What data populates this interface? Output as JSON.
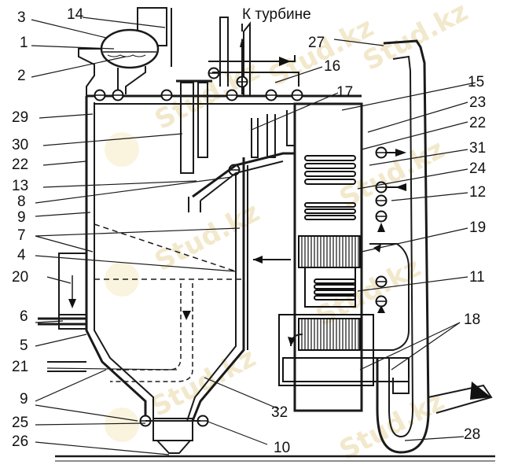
{
  "title": "К турбине",
  "watermark": "Stud.kz",
  "labels": {
    "l1": "1",
    "l2": "2",
    "l3": "3",
    "l4": "4",
    "l5": "5",
    "l6": "6",
    "l7": "7",
    "l8": "8",
    "l9a": "9",
    "l9b": "9",
    "l10": "10",
    "l11": "11",
    "l12": "12",
    "l13": "13",
    "l14": "14",
    "l15": "15",
    "l16": "16",
    "l17": "17",
    "l18": "18",
    "l19": "19",
    "l20": "20",
    "l21": "21",
    "l22a": "22",
    "l22b": "22",
    "l23": "23",
    "l24": "24",
    "l25": "25",
    "l26": "26",
    "l27": "27",
    "l28": "28",
    "l29": "29",
    "l30": "30",
    "l31": "31",
    "l32": "32"
  }
}
